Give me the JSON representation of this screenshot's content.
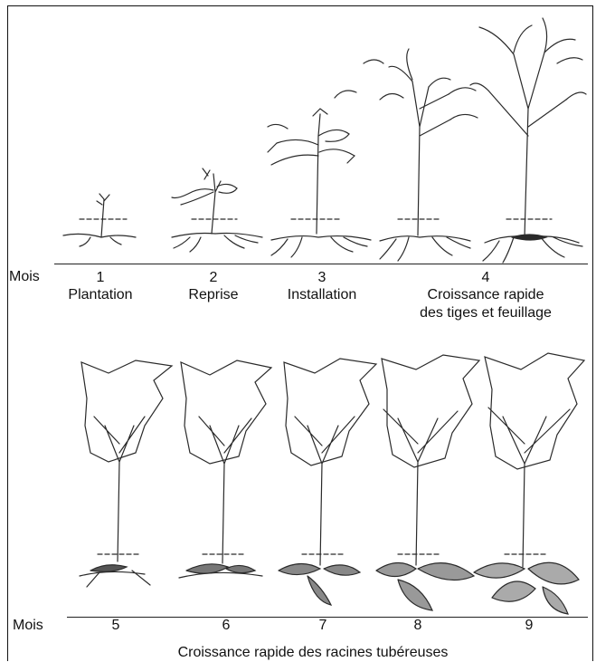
{
  "month_label": "Mois",
  "top_row": {
    "stages": [
      {
        "month": "1",
        "label": "Plantation"
      },
      {
        "month": "2",
        "label": "Reprise"
      },
      {
        "month": "3",
        "label": "Installation"
      },
      {
        "month": "4",
        "label": "Croissance rapide",
        "label2": "des tiges et feuillage"
      }
    ]
  },
  "bottom_row": {
    "months": [
      "5",
      "6",
      "7",
      "8",
      "9"
    ],
    "caption": "Croissance rapide des racines tubéreuses"
  },
  "colors": {
    "ink": "#1a1a1a",
    "stem": "#3a3a3a",
    "background": "#ffffff"
  }
}
